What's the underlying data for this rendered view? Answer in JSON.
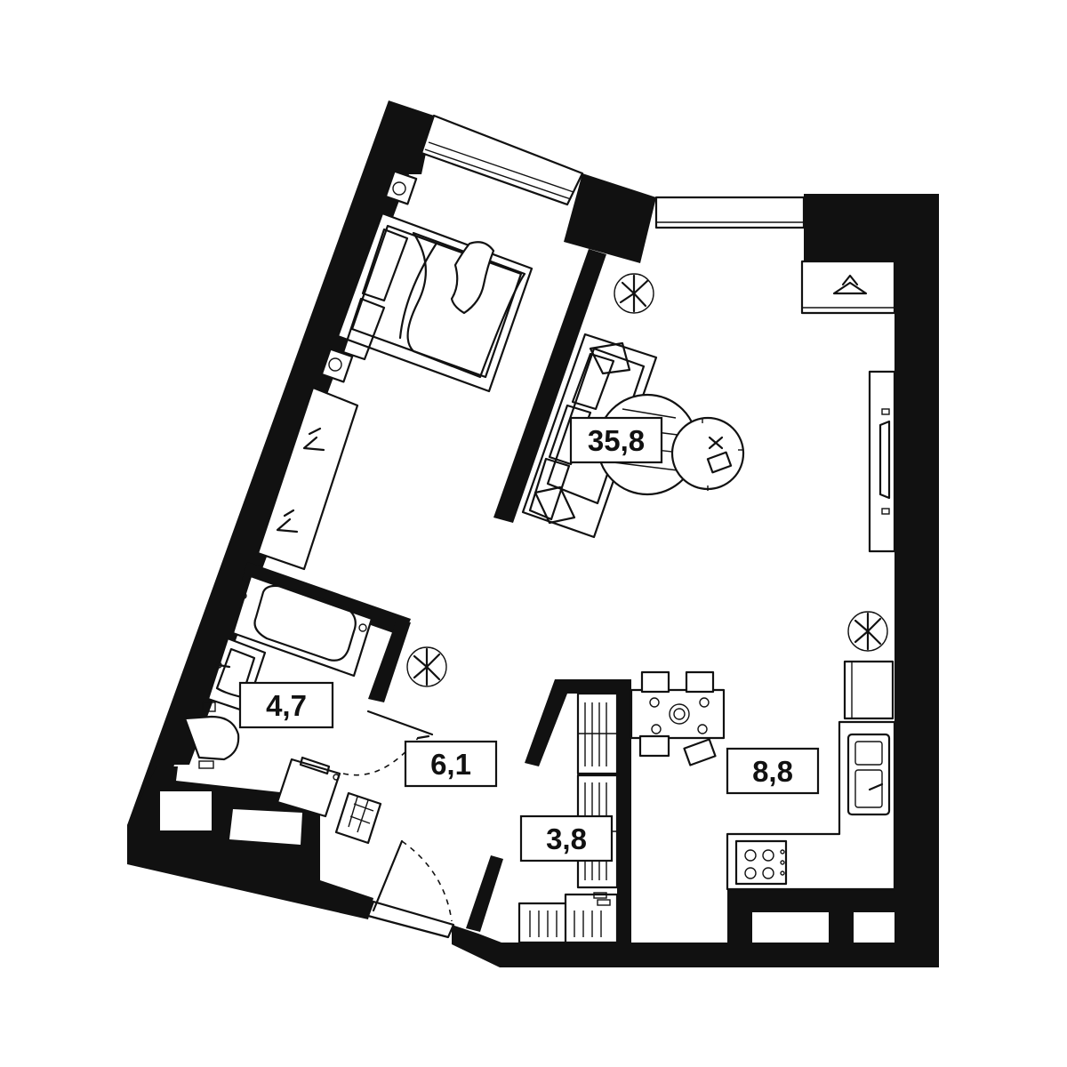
{
  "areas": {
    "living_room": "35,8",
    "bathroom": "4,7",
    "hallway": "6,1",
    "storage": "3,8",
    "kitchen": "8,8"
  }
}
